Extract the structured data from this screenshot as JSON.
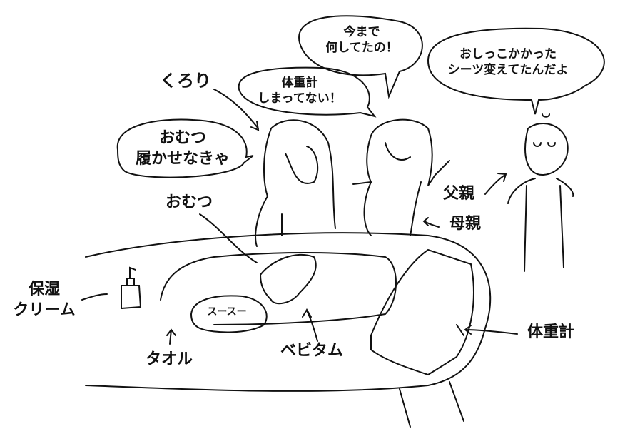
{
  "bubbles": {
    "mother_line1": "今まで",
    "mother_line2": "何してたの！",
    "father_line1": "おしっこかかった",
    "father_line2": "シーツ変えてたんだよ",
    "kurori_line1": "体重計",
    "kurori_line2": "しまってない！",
    "diaper_line1": "おむつ",
    "diaper_line2": "履かせなきゃ",
    "baby_sound": "スースー"
  },
  "labels": {
    "kurori": "くろり",
    "diaper": "おむつ",
    "father": "父親",
    "mother": "母親",
    "cream_line1": "保湿",
    "cream_line2": "クリーム",
    "towel": "タオル",
    "babytam": "ベビタム",
    "scale": "体重計"
  }
}
